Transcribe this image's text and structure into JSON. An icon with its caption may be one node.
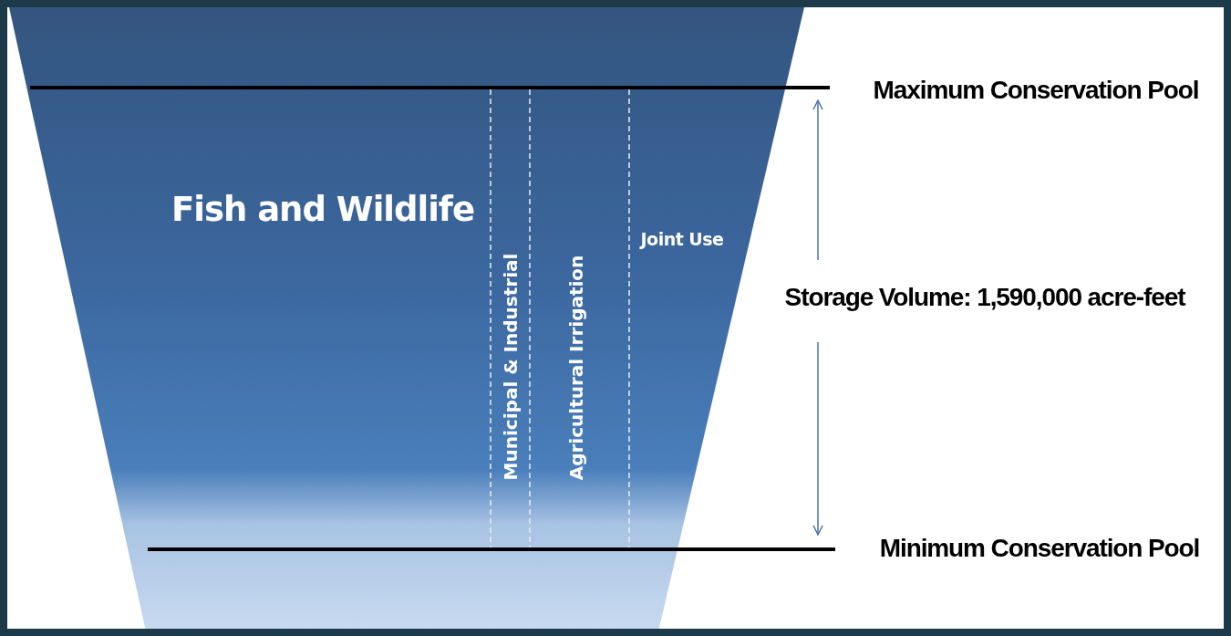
{
  "diagram": {
    "labels": [
      "Fish and Wildlife",
      "Municipal & Industrial",
      "Agricultural Irrigation",
      "Joint Use",
      "Maximum Conservation Pool",
      "Storage Volume: 1,590,000 acre-feet",
      "Minimum Conservation Pool"
    ]
  }
}
